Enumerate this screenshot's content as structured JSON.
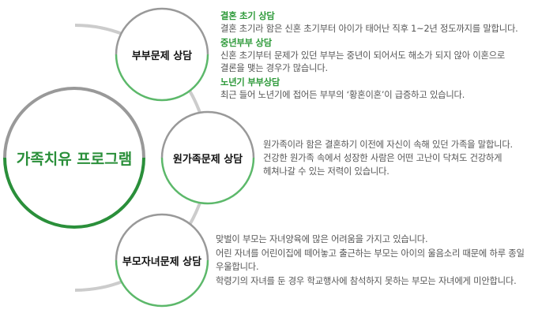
{
  "colors": {
    "green_dark": "#2a8f3a",
    "green": "#5cb86a",
    "gray": "#999999",
    "connector": "#cccccc",
    "text": "#555555"
  },
  "main": {
    "title": "가족치유 프로그램"
  },
  "nodes": [
    {
      "title": "부부문제 상담",
      "sections": [
        {
          "heading": "결혼 초기 상담",
          "lines": [
            "결혼 초기라 함은 신혼 초기부터 아이가 태어난 직후 1~2년 정도까지를 말합니다."
          ]
        },
        {
          "heading": "중년부부 상담",
          "lines": [
            "신혼 초기부터 문제가 있던 부부는 중년이 되어서도 해소가 되지 않아 이혼으로",
            "결론을 맺는 경우가 많습니다."
          ]
        },
        {
          "heading": "노년기 부부상담",
          "lines": [
            "최근 들어 노년기에 접어든 부부의 ‘황혼이혼’이 급증하고 있습니다."
          ]
        }
      ]
    },
    {
      "title": "원가족문제 상담",
      "lines": [
        "원가족이라 함은 결혼하기 이전에 자신이 속해 있던 가족을 말합니다.",
        "건강한 원가족 속에서 성장한 사람은 어떤 고난이 닥쳐도 건강하게",
        "헤쳐나갈 수 있는 저력이 있습니다."
      ]
    },
    {
      "title": "부모자녀문제 상담",
      "lines": [
        "맞벌이 부모는 자녀양육에 많은 어려움을 가지고 있습니다.",
        "어린 자녀를 어린이집에 떼어놓고 출근하는 부모는 아이의 울음소리 때문에 하루 종일",
        "우울합니다.",
        "학령기의 자녀를 둔 경우 학교행사에 참석하지 못하는 부모는 자녀에게 미안합니다."
      ]
    }
  ]
}
